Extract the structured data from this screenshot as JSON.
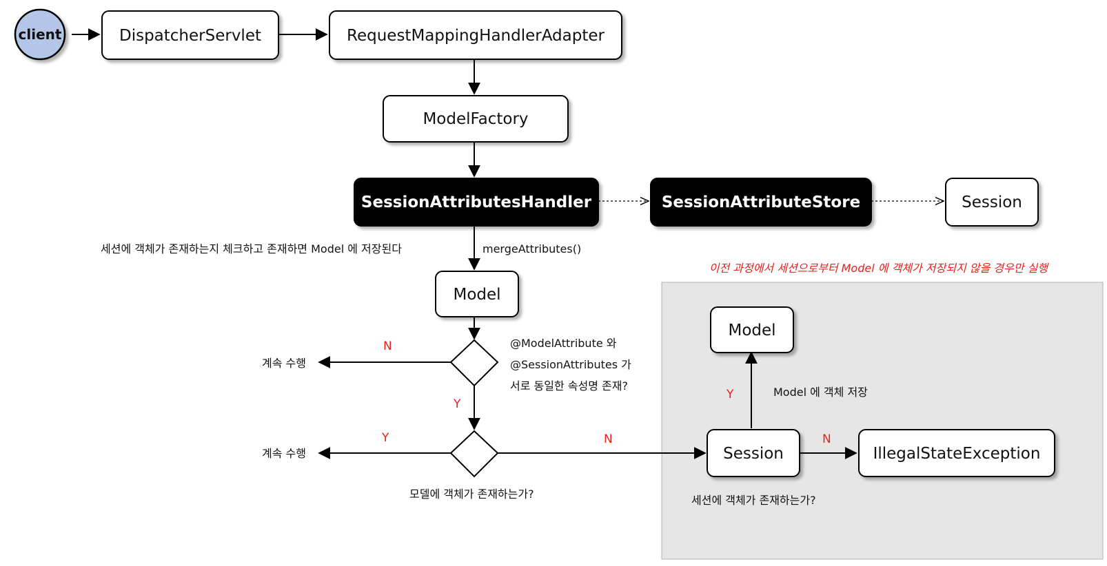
{
  "nodes": {
    "client": "client",
    "dispatcher": "DispatcherServlet",
    "adapter": "RequestMappingHandlerAdapter",
    "factory": "ModelFactory",
    "handler": "SessionAttributesHandler",
    "store": "SessionAttributeStore",
    "session_top": "Session",
    "model_main": "Model",
    "model_right": "Model",
    "session_right": "Session",
    "exception": "IllegalStateException"
  },
  "labels": {
    "session_check": "세션에 객체가 존재하는지 체크하고 존재하면 Model 에 저장된다",
    "merge": "mergeAttributes()",
    "note": "이전 과정에서 세션으로부터 Model 에 객체가 저장되지 않을 경우만 실행",
    "question1_line1": "@ModelAttribute 와",
    "question1_line2": "@SessionAttributes 가",
    "question1_line3": "서로 동일한 속성명 존재?",
    "continue1": "계속 수행",
    "continue2": "계속 수행",
    "question2": "모델에 객체가 존재하는가?",
    "store_model": "Model 에 객체 저장",
    "question3": "세션에 객체가 존재하는가?"
  },
  "edge_labels": {
    "d1_no": "N",
    "d1_yes": "Y",
    "d2_yes": "Y",
    "d2_no": "N",
    "session_yes": "Y",
    "session_no": "N"
  },
  "colors": {
    "client_fill": "#b4c6e7",
    "dark_fill": "#000000",
    "panel_fill": "#e6e6e6",
    "accent_red": "#e8201b"
  }
}
